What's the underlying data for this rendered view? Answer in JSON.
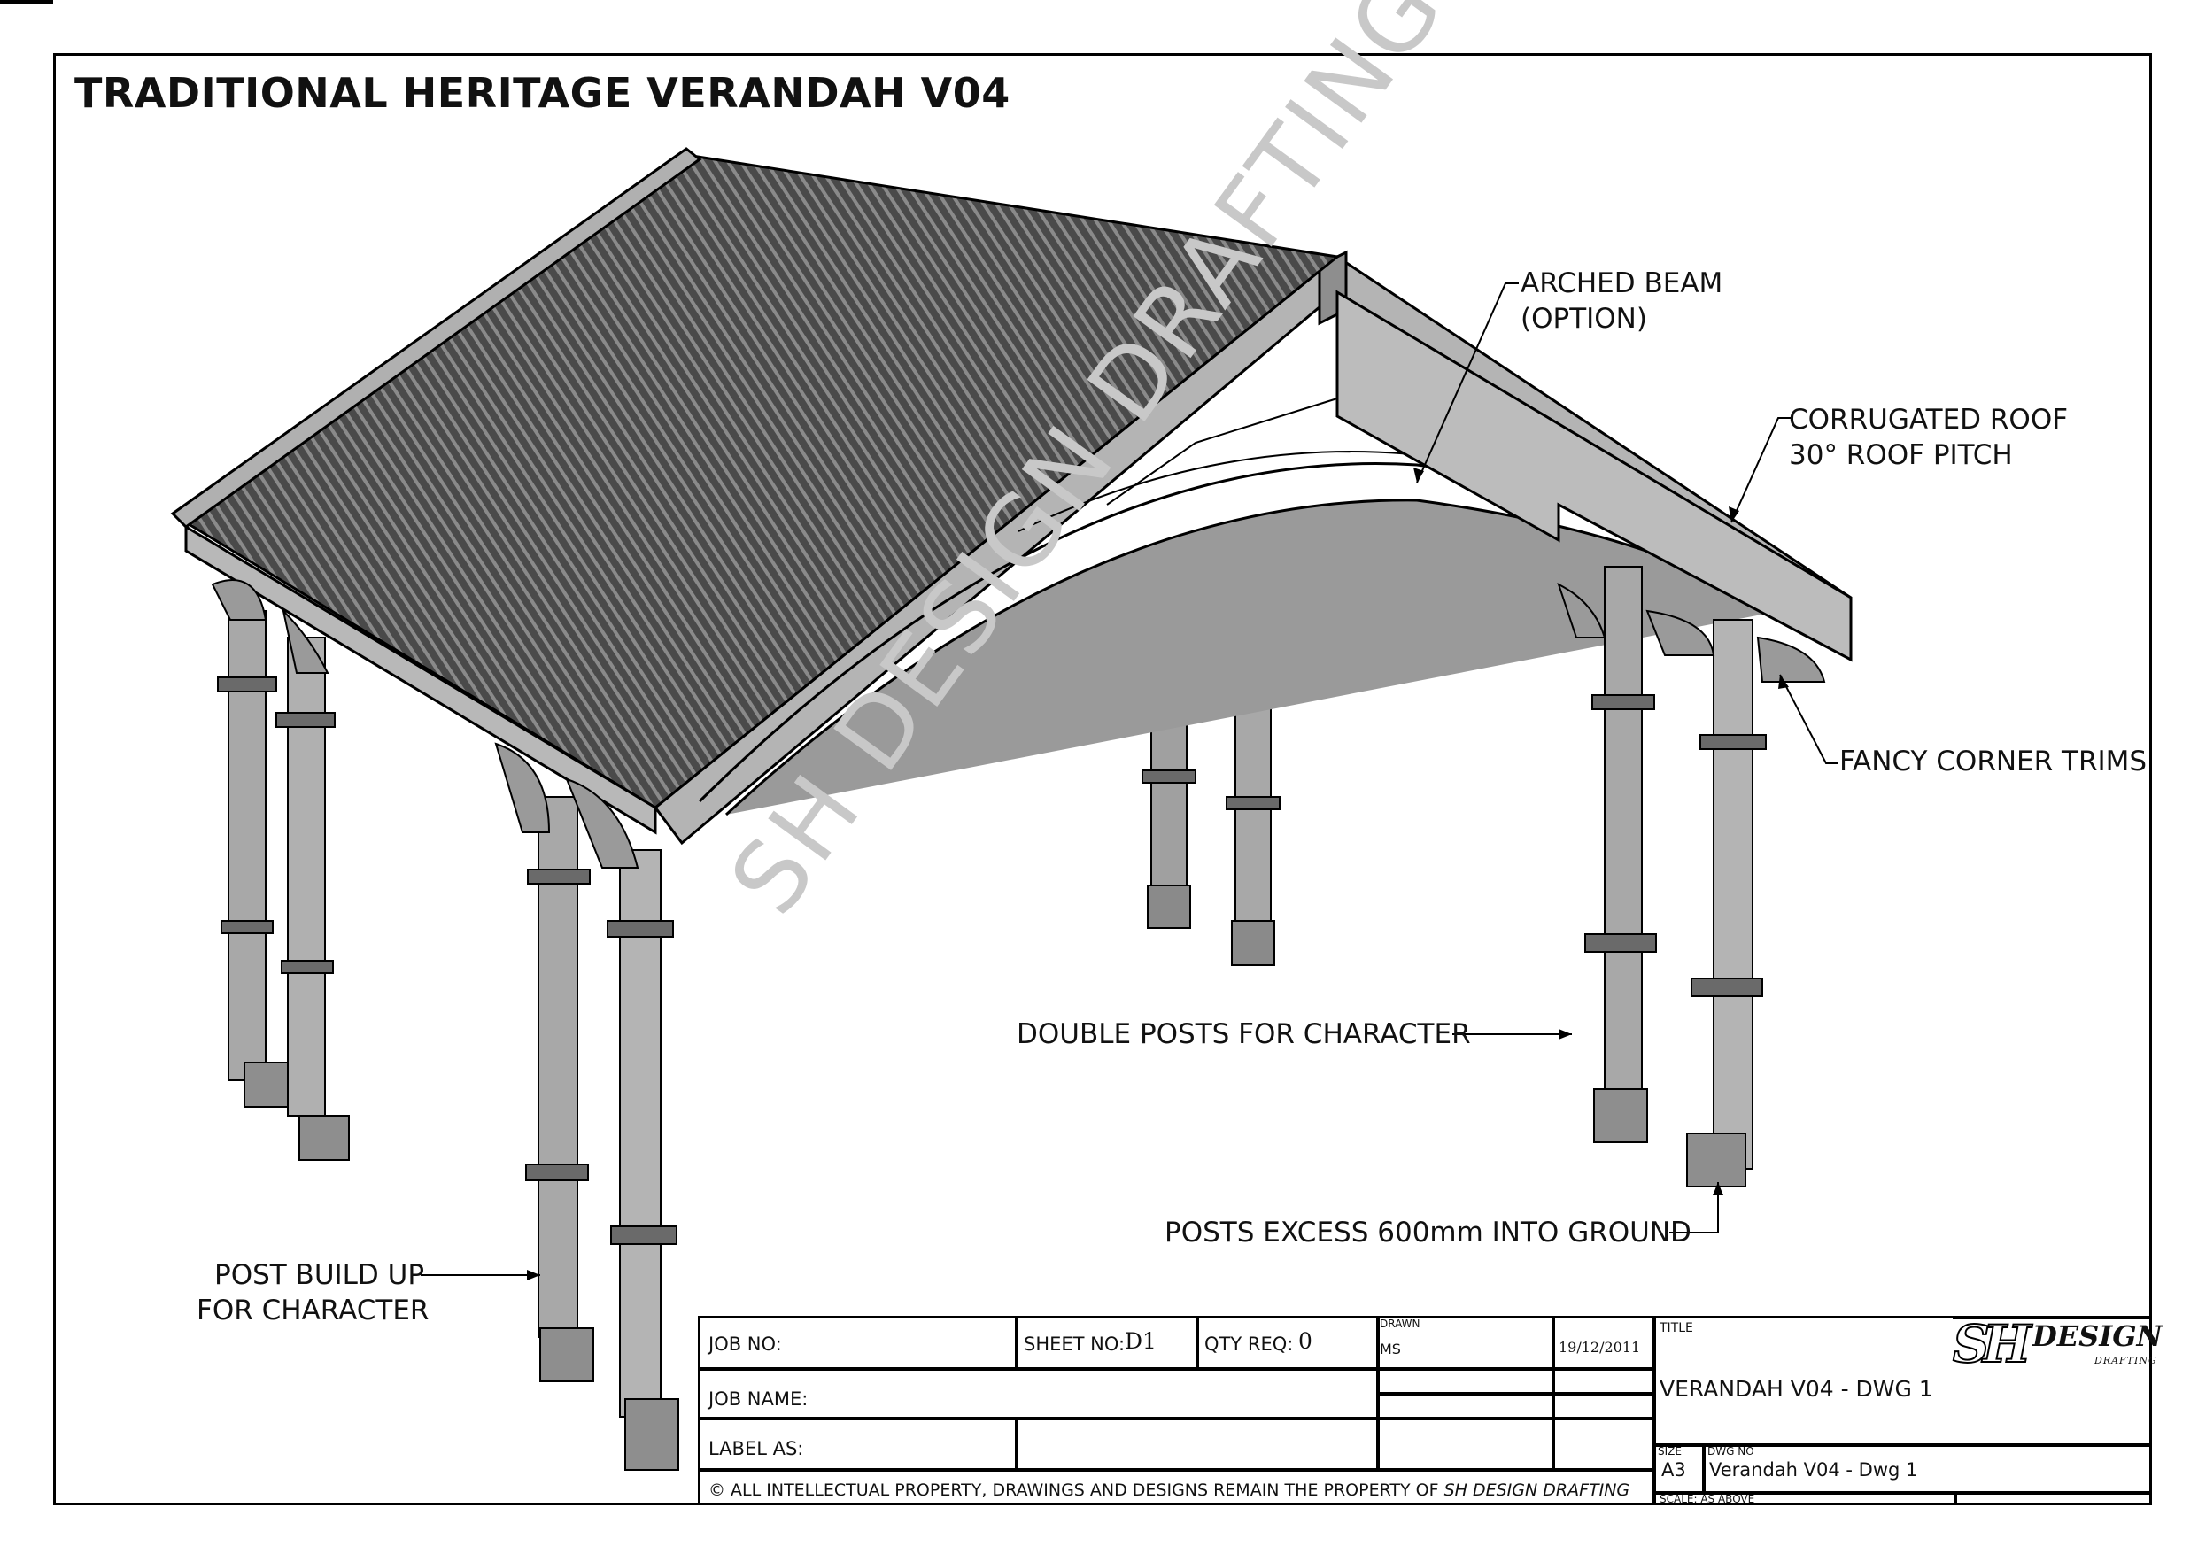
{
  "sheet": {
    "title": "TRADITIONAL HERITAGE VERANDAH V04",
    "watermark": "SH DESIGN DRAFTING"
  },
  "callouts": {
    "arched_beam": [
      "ARCHED BEAM",
      "(OPTION)"
    ],
    "roof": [
      "CORRUGATED ROOF",
      "30° ROOF PITCH"
    ],
    "corner_trims": "FANCY CORNER TRIMS",
    "double_posts": "DOUBLE POSTS FOR CHARACTER",
    "posts_excess": "POSTS EXCESS 600mm INTO GROUND",
    "post_build_up": [
      "POST BUILD UP",
      "FOR CHARACTER"
    ]
  },
  "title_block": {
    "job_no_label": "JOB NO:",
    "sheet_no_label": "SHEET NO:",
    "sheet_no_value": "D1",
    "qty_req_label": "QTY REQ:",
    "qty_req_value": "0",
    "drawn_label": "DRAWN",
    "drawn_value": "MS",
    "date": "19/12/2011",
    "job_name_label": "JOB NAME:",
    "label_as_label": "LABEL AS:",
    "title_label": "TITLE",
    "title_value": "VERANDAH V04 - DWG 1",
    "size_label": "SIZE",
    "size_value": "A3",
    "dwg_no_label": "DWG NO",
    "dwg_no_value": "Verandah V04 - Dwg 1",
    "scale": "SCALE: AS ABOVE",
    "copyright_prefix": "© ALL INTELLECTUAL PROPERTY, DRAWINGS AND DESIGNS REMAIN THE PROPERTY OF ",
    "copyright_owner": "SH DESIGN DRAFTING",
    "logo_mark": "SH",
    "logo_word": "DESIGN",
    "logo_sub": "DRAFTING"
  },
  "colors": {
    "line": "#000000",
    "timber": "#a8a8a8",
    "timber_dark": "#7e7e7e",
    "roof": "#4a4a4a",
    "watermark": "#c8c8c8"
  }
}
